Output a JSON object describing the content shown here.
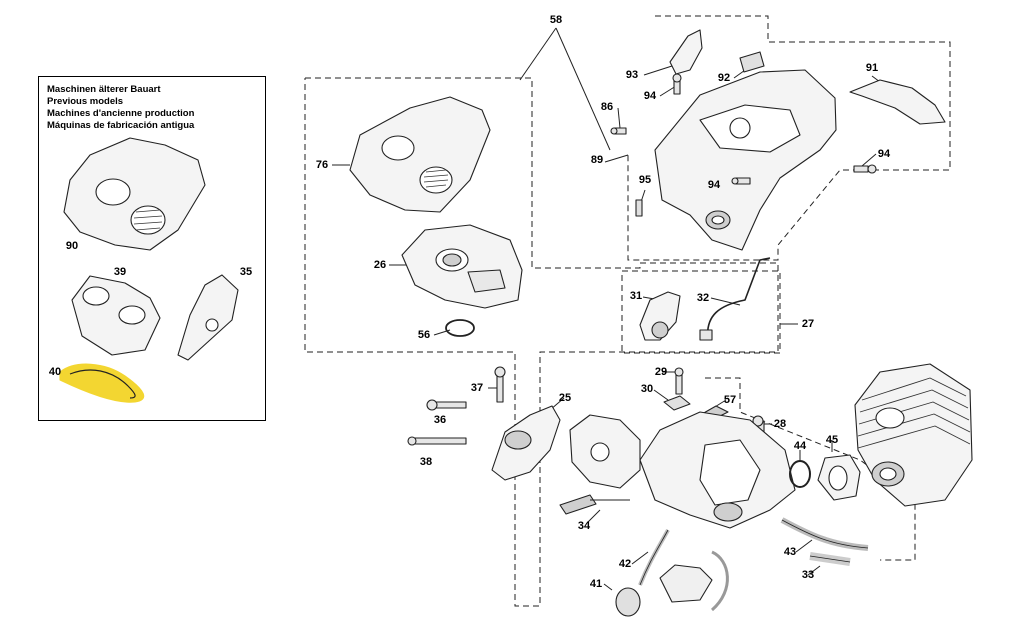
{
  "legend": {
    "lines": [
      "Maschinen älterer Bauart",
      "Previous models",
      "Machines d'ancienne production",
      "Máquinas de fabricación antigua"
    ]
  },
  "callouts": [
    {
      "id": "58",
      "label": "58"
    },
    {
      "id": "93",
      "label": "93"
    },
    {
      "id": "94a",
      "label": "94"
    },
    {
      "id": "92",
      "label": "92"
    },
    {
      "id": "91",
      "label": "91"
    },
    {
      "id": "86",
      "label": "86"
    },
    {
      "id": "89",
      "label": "89"
    },
    {
      "id": "94b",
      "label": "94"
    },
    {
      "id": "94c",
      "label": "94"
    },
    {
      "id": "95",
      "label": "95"
    },
    {
      "id": "76",
      "label": "76"
    },
    {
      "id": "26",
      "label": "26"
    },
    {
      "id": "56",
      "label": "56"
    },
    {
      "id": "90",
      "label": "90"
    },
    {
      "id": "39",
      "label": "39"
    },
    {
      "id": "35",
      "label": "35"
    },
    {
      "id": "40",
      "label": "40"
    },
    {
      "id": "31",
      "label": "31"
    },
    {
      "id": "32",
      "label": "32"
    },
    {
      "id": "27",
      "label": "27"
    },
    {
      "id": "37",
      "label": "37"
    },
    {
      "id": "25",
      "label": "25"
    },
    {
      "id": "36",
      "label": "36"
    },
    {
      "id": "38",
      "label": "38"
    },
    {
      "id": "29",
      "label": "29"
    },
    {
      "id": "30",
      "label": "30"
    },
    {
      "id": "57",
      "label": "57"
    },
    {
      "id": "28",
      "label": "28"
    },
    {
      "id": "44",
      "label": "44"
    },
    {
      "id": "45",
      "label": "45"
    },
    {
      "id": "34",
      "label": "34"
    },
    {
      "id": "42",
      "label": "42"
    },
    {
      "id": "41",
      "label": "41"
    },
    {
      "id": "43",
      "label": "43"
    },
    {
      "id": "33",
      "label": "33"
    }
  ],
  "colors": {
    "line": "#1a1a1a",
    "highlight": "#f2d21b",
    "part_fill": "#f4f4f4",
    "part_shade": "#cfcfcf"
  }
}
